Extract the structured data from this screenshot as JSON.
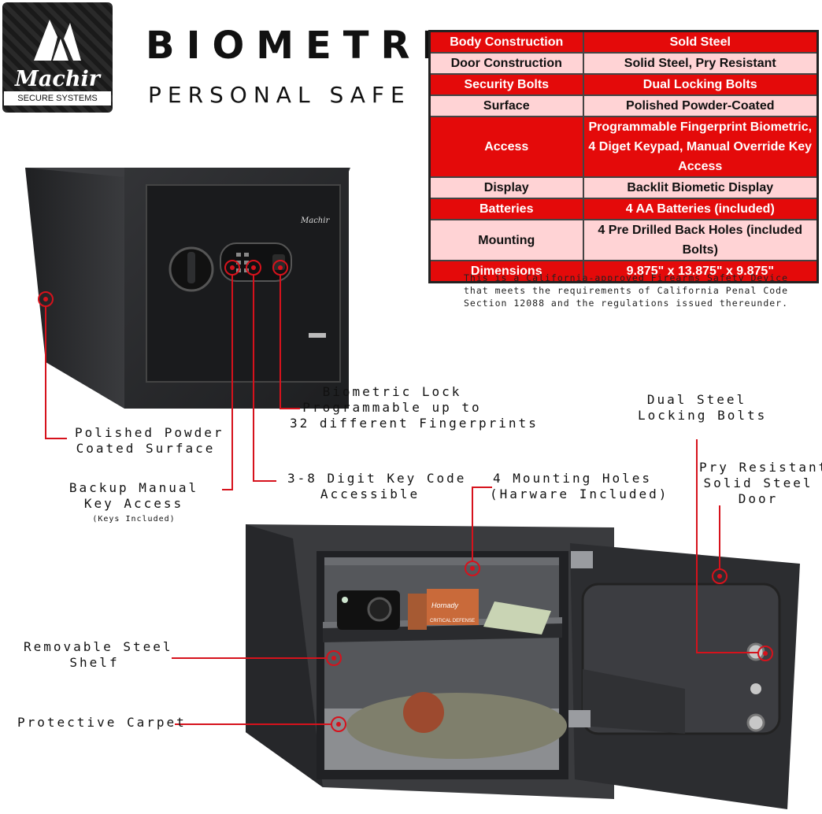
{
  "logo": {
    "brand": "Machir",
    "tagline": "SECURE SYSTEMS"
  },
  "title": {
    "line1": "BIOMETRIC",
    "line2": "PERSONAL SAFE"
  },
  "specs": [
    {
      "label": "Body Construction",
      "value": "Sold Steel"
    },
    {
      "label": "Door Construction",
      "value": "Solid Steel, Pry Resistant"
    },
    {
      "label": "Security Bolts",
      "value": "Dual Locking Bolts"
    },
    {
      "label": "Surface",
      "value": "Polished Powder-Coated"
    },
    {
      "label": "Access",
      "value": "Programmable Fingerprint Biometric, 4 Diget Keypad, Manual Override Key Access"
    },
    {
      "label": "Display",
      "value": "Backlit Biometic Display"
    },
    {
      "label": "Batteries",
      "value": "4 AA Batteries (included)"
    },
    {
      "label": "Mounting",
      "value": "4 Pre Drilled Back Holes (included Bolts)"
    },
    {
      "label": "Dimensions",
      "value": "9.875\" x 13.875\" x 9.875\""
    }
  ],
  "note": "This is a California-approved Firearms Safety Device that meets the requirements of California Penal Code Section 12088 and the regulations issued thereunder.",
  "callouts": {
    "biometric_lock": [
      "Biometric Lock",
      "Programmable up to",
      "32 different Fingerprints"
    ],
    "surface": [
      "Polished Powder",
      "Coated Surface"
    ],
    "manual_key": [
      "Backup Manual",
      "Key Access"
    ],
    "keys_included": "(Keys Included)",
    "keypad": [
      "3-8 Digit Key Code",
      "Accessible"
    ],
    "mounting": [
      "4 Mounting Holes",
      "(Harware Included)"
    ],
    "bolts": [
      "Dual Steel",
      "Locking Bolts"
    ],
    "door": [
      "Pry Resistant",
      "Solid Steel",
      "Door"
    ],
    "shelf": [
      "Removable Steel",
      "Shelf"
    ],
    "carpet": "Protective Carpet"
  },
  "safe": {
    "door_brand": "Machir",
    "ammo_brand": "Hornady",
    "ammo_label": "CRITICAL DEFENSE"
  },
  "colors": {
    "accent": "#d6121c",
    "table_red": "#e40a0a",
    "table_pink": "#ffd3d5",
    "safe_body": "#2b2c2e"
  }
}
